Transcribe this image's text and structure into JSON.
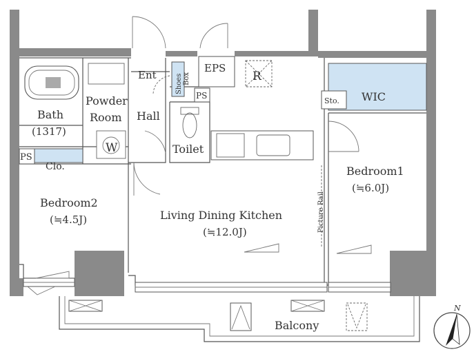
{
  "rooms": {
    "bath": "Bath",
    "bath_size": "(1317)",
    "powder_line1": "Powder",
    "powder_line2": "Room",
    "washer": "W",
    "clo": "Clo.",
    "ps_left": "PS",
    "ps_mid": "PS",
    "ent": "Ent",
    "shoes_line1": "Shoes",
    "shoes_line2": "Box",
    "hall": "Hall",
    "toilet": "Toilet",
    "eps": "EPS",
    "fridge": "R",
    "wic": "WIC",
    "sto": "Sto.",
    "picture_rail": "Picture Rail",
    "bedroom1": "Bedroom1",
    "bedroom1_size": "(≒6.0J)",
    "bedroom2": "Bedroom2",
    "bedroom2_size": "(≒4.5J)",
    "ldk": "Living Dining Kitchen",
    "ldk_size": "(≒12.0J)",
    "balcony": "Balcony"
  },
  "compass": {
    "north_label": "N"
  },
  "colors": {
    "wall": "#8a8a8a",
    "storage_fill": "#cfe3f3",
    "line": "#555555"
  }
}
